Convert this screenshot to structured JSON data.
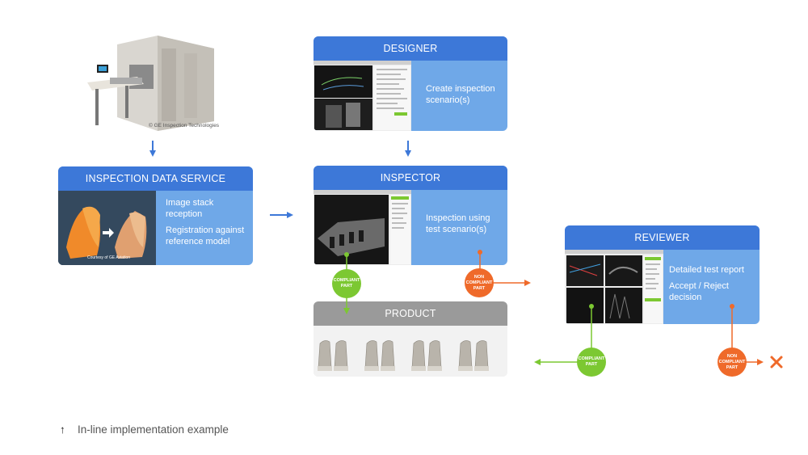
{
  "scanner": {
    "caption": "© GE Inspection Technologies"
  },
  "inspection_data_service": {
    "title": "INSPECTION DATA SERVICE",
    "items": [
      "Image stack reception",
      "Registration against reference model"
    ],
    "image_caption": "Courtesy of GE Aviation"
  },
  "designer": {
    "title": "DESIGNER",
    "items": [
      "Create inspection scenario(s)"
    ]
  },
  "inspector": {
    "title": "INSPECTOR",
    "items": [
      "Inspection using test scenario(s)"
    ]
  },
  "product": {
    "title": "PRODUCT"
  },
  "reviewer": {
    "title": "REVIEWER",
    "items": [
      "Detailed test report",
      "Accept / Reject decision"
    ]
  },
  "badges": {
    "compliant_1": "COMPLIANT PART",
    "non_compliant_1": "NON COMPLIANT PART",
    "compliant_2": "COMPLIANT PART",
    "non_compliant_2": "NON COMPLIANT PART"
  },
  "footnote": {
    "symbol": "↑",
    "text": "In-line implementation example"
  },
  "colors": {
    "card": "#6fa8e8",
    "header": "#3d78d8",
    "green": "#7cc832",
    "orange": "#ef6a2a",
    "arrow": "#3d78d8"
  }
}
